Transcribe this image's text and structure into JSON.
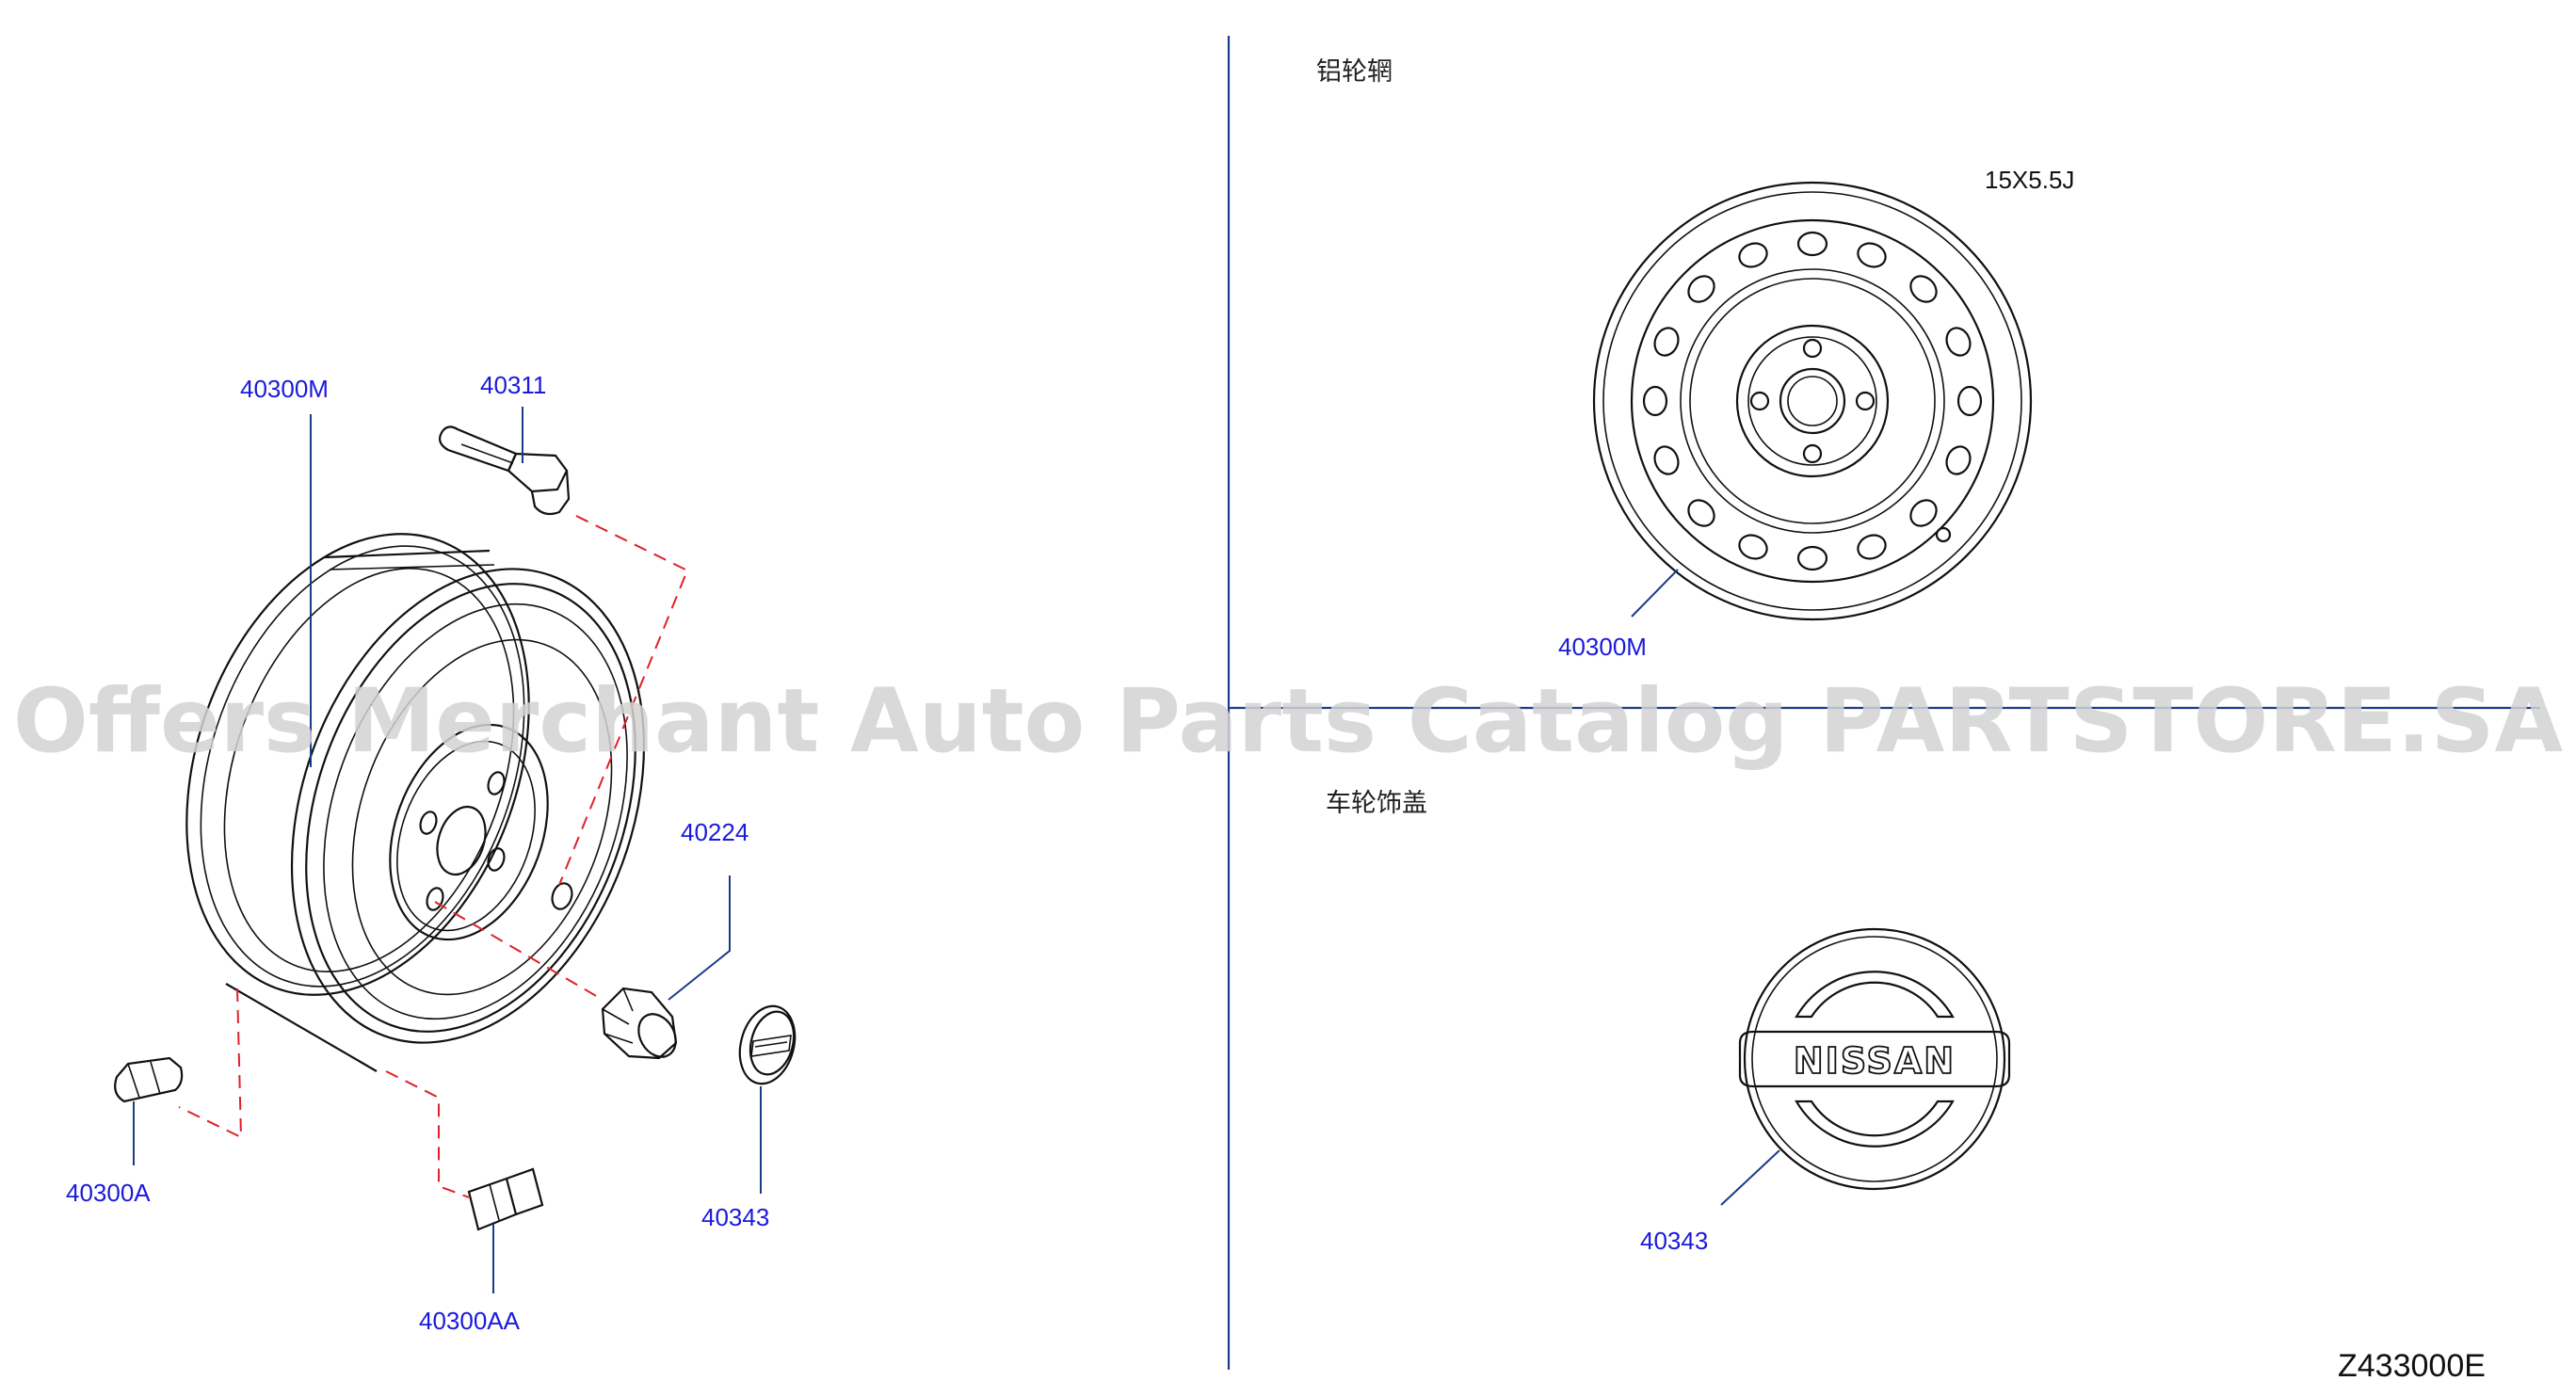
{
  "watermark": "Offers Merchant Auto Parts Catalog PARTSTORE.SA",
  "sections": {
    "alloy_wheel": "铝轮辋",
    "wheel_cover": "车轮饰盖"
  },
  "wheel_size": "15X5.5J",
  "brand_logo": "NISSAN",
  "figure_code": "Z433000E",
  "parts": {
    "wheel_left": "40300M",
    "valve": "40311",
    "nut": "40224",
    "weight_a": "40300A",
    "weight_aa": "40300AA",
    "cap_left": "40343",
    "wheel_right": "40300M",
    "cap_right": "40343"
  },
  "colors": {
    "part_number": "#1a1adb",
    "leader_line": "#1a3a8a",
    "divider": "#1e3c8c",
    "hidden_line": "#e0202a",
    "watermark": "#d2d2d2"
  }
}
